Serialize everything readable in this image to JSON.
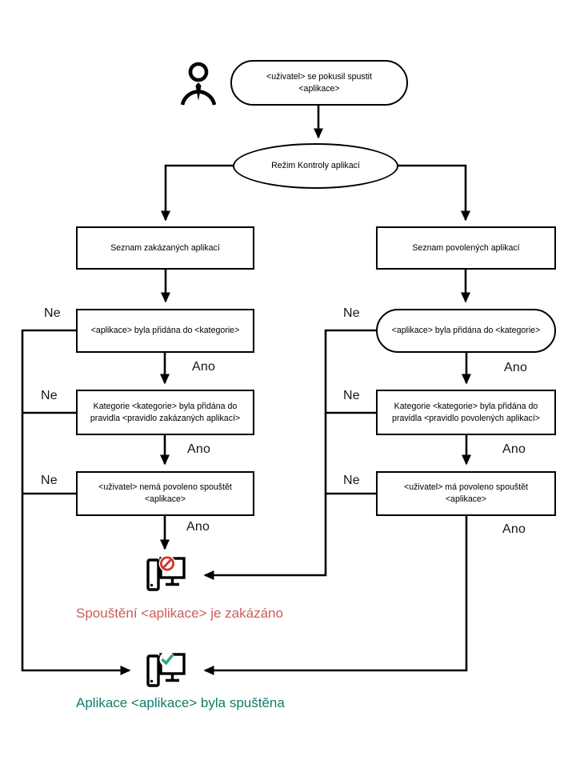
{
  "diagram": {
    "labels": {
      "yes": "Ano",
      "no": "Ne"
    },
    "nodes": {
      "start": {
        "line1": "<uživatel> se pokusil spustit",
        "line2": "<aplikace>"
      },
      "mode": {
        "label": "Režim Kontroly aplikací"
      },
      "denylist": {
        "label": "Seznam zakázaných aplikací"
      },
      "allowlist": {
        "label": "Seznam povolených aplikací"
      },
      "deny_category": {
        "label": "<aplikace>  byla přidána do <kategorie>"
      },
      "allow_category": {
        "label": "<aplikace>  byla přidána do <kategorie>"
      },
      "deny_rule": {
        "line1": "Kategorie <kategorie> byla přidána do",
        "line2": "pravidla <pravidlo zakázaných aplikací>"
      },
      "allow_rule": {
        "line1": "Kategorie <kategorie> byla přidána do",
        "line2": "pravidla <pravidlo povolených aplikací>"
      },
      "deny_perm": {
        "line1": "<uživatel> nemá povoleno spouštět",
        "line2": "<aplikace>"
      },
      "allow_perm": {
        "line1": "<uživatel> má povoleno spouštět",
        "line2": "<aplikace>"
      }
    },
    "outcomes": {
      "blocked": {
        "text": "Spouštění  <aplikace>  je zakázáno",
        "color": "#cd5c5c"
      },
      "launched": {
        "text": "Aplikace <aplikace> byla  spuštěna",
        "color": "#0f7d6a"
      }
    },
    "icons": {
      "person": "user-person",
      "blocked_pc": "computer-launch-blocked",
      "launched_pc": "computer-launch-allowed"
    },
    "colors": {
      "line": "#000000",
      "prohibition_red": "#d0342c",
      "check_green": "#2ba57d",
      "blocked_text": "#cd5c5c",
      "launched_text": "#0f7d6a"
    }
  }
}
